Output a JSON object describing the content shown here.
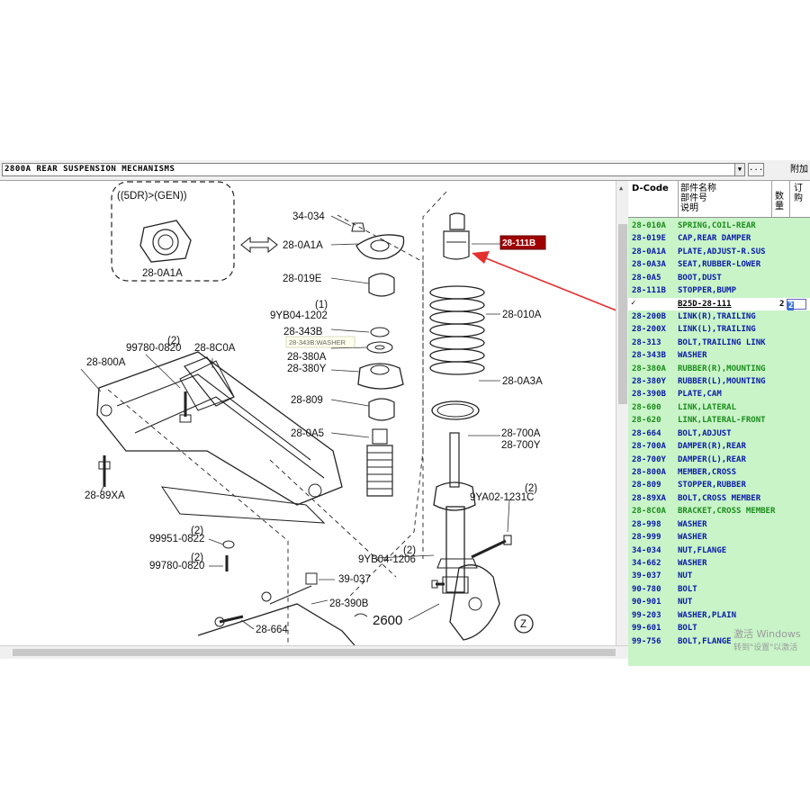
{
  "window": {
    "diagram_select_value": "2800A  REAR SUSPENSION MECHANISMS",
    "ellipsis_label": "...",
    "add_label": "附加"
  },
  "panel": {
    "headers": {
      "dcode": "D-Code",
      "name_lines": [
        "部件名称",
        "部件号",
        "说明"
      ],
      "qty_lines": [
        "数",
        "量"
      ],
      "order_lines": [
        "订",
        "购"
      ]
    },
    "rows": [
      {
        "code": "28-010A",
        "desc": "SPRING,COIL-REAR",
        "color": "#1a8c1a"
      },
      {
        "code": "28-019E",
        "desc": "CAP,REAR DAMPER",
        "color": "#0a1aa8"
      },
      {
        "code": "28-0A1A",
        "desc": "PLATE,ADJUST-R.SUS",
        "color": "#0a1aa8"
      },
      {
        "code": "28-0A3A",
        "desc": "SEAT,RUBBER-LOWER",
        "color": "#0a1aa8"
      },
      {
        "code": "28-0A5",
        "desc": "BOOT,DUST",
        "color": "#0a1aa8"
      },
      {
        "code": "28-111B",
        "desc": "STOPPER,BUMP",
        "color": "#0a1aa8"
      },
      {
        "code": "",
        "desc": "B25D-28-111",
        "color": "#000000",
        "selected": true,
        "qty": "2",
        "order": "2"
      },
      {
        "code": "28-200B",
        "desc": "LINK(R),TRAILING",
        "color": "#0a1aa8"
      },
      {
        "code": "28-200X",
        "desc": "LINK(L),TRAILING",
        "color": "#0a1aa8"
      },
      {
        "code": "28-313",
        "desc": "BOLT,TRAILING LINK",
        "color": "#0a1aa8"
      },
      {
        "code": "28-343B",
        "desc": "WASHER",
        "color": "#0a1aa8"
      },
      {
        "code": "28-380A",
        "desc": "RUBBER(R),MOUNTING",
        "color": "#1a8c1a"
      },
      {
        "code": "28-380Y",
        "desc": "RUBBER(L),MOUNTING",
        "color": "#0a1aa8"
      },
      {
        "code": "28-390B",
        "desc": "PLATE,CAM",
        "color": "#0a1aa8"
      },
      {
        "code": "28-600",
        "desc": "LINK,LATERAL",
        "color": "#1a8c1a"
      },
      {
        "code": "28-620",
        "desc": "LINK,LATERAL-FRONT",
        "color": "#1a8c1a"
      },
      {
        "code": "28-664",
        "desc": "BOLT,ADJUST",
        "color": "#0a1aa8"
      },
      {
        "code": "28-700A",
        "desc": "DAMPER(R),REAR",
        "color": "#0a1aa8"
      },
      {
        "code": "28-700Y",
        "desc": "DAMPER(L),REAR",
        "color": "#0a1aa8"
      },
      {
        "code": "28-800A",
        "desc": "MEMBER,CROSS",
        "color": "#0a1aa8"
      },
      {
        "code": "28-809",
        "desc": "STOPPER,RUBBER",
        "color": "#0a1aa8"
      },
      {
        "code": "28-89XA",
        "desc": "BOLT,CROSS MEMBER",
        "color": "#0a1aa8"
      },
      {
        "code": "28-8C0A",
        "desc": "BRACKET,CROSS MEMBER",
        "color": "#1a8c1a"
      },
      {
        "code": "28-998",
        "desc": "WASHER",
        "color": "#0a1aa8"
      },
      {
        "code": "28-999",
        "desc": "WASHER",
        "color": "#0a1aa8"
      },
      {
        "code": "34-034",
        "desc": "NUT,FLANGE",
        "color": "#0a1aa8"
      },
      {
        "code": "34-662",
        "desc": "WASHER",
        "color": "#0a1aa8"
      },
      {
        "code": "39-037",
        "desc": "NUT",
        "color": "#0a1aa8"
      },
      {
        "code": "90-780",
        "desc": "BOLT",
        "color": "#0a1aa8"
      },
      {
        "code": "90-901",
        "desc": "NUT",
        "color": "#0a1aa8"
      },
      {
        "code": "99-203",
        "desc": "WASHER,PLAIN",
        "color": "#0a1aa8"
      },
      {
        "code": "99-601",
        "desc": "BOLT",
        "color": "#0a1aa8"
      },
      {
        "code": "99-756",
        "desc": "BOLT,FLANGE",
        "color": "#0a1aa8"
      }
    ]
  },
  "diagram": {
    "inset_title": "((5DR)>(GEN))",
    "labels": {
      "inset_part": "28-0A1A",
      "l34034": "34-034",
      "l280A1A": "28-0A1A",
      "l28019E": "28-019E",
      "q1": "(1)",
      "l9YB041202": "9YB04-1202",
      "l28343B": "28-343B",
      "tooltip": "28-343B:WASHER",
      "l28380A": "28-380A",
      "l28380Y": "28-380Y",
      "l28809": "28-809",
      "l280A5": "28-0A5",
      "callout": "28-111B",
      "l28010A": "28-010A",
      "l280A3A": "28-0A3A",
      "l28700A": "28-700A",
      "l28700Y": "28-700Y",
      "q2a": "(2)",
      "l99780a": "99780-0820",
      "l288C0A": "28-8C0A",
      "l28800A": "28-800A",
      "l2889XA": "28-89XA",
      "q2b": "(2)",
      "l9YA02": "9YA02-1231C",
      "q2c": "(2)",
      "l99951": "99951-0822",
      "q2d": "(2)",
      "l99780b": "99780-0820",
      "q2e": "(2)",
      "l9YB041206": "9YB04-1206",
      "l39037": "39-037",
      "l28390B": "28-390B",
      "l2600": "2600",
      "l28664": "28-664",
      "z": "Z"
    }
  },
  "watermark": {
    "line1": "激活 Windows",
    "line2": "转到\"设置\"以激活"
  }
}
